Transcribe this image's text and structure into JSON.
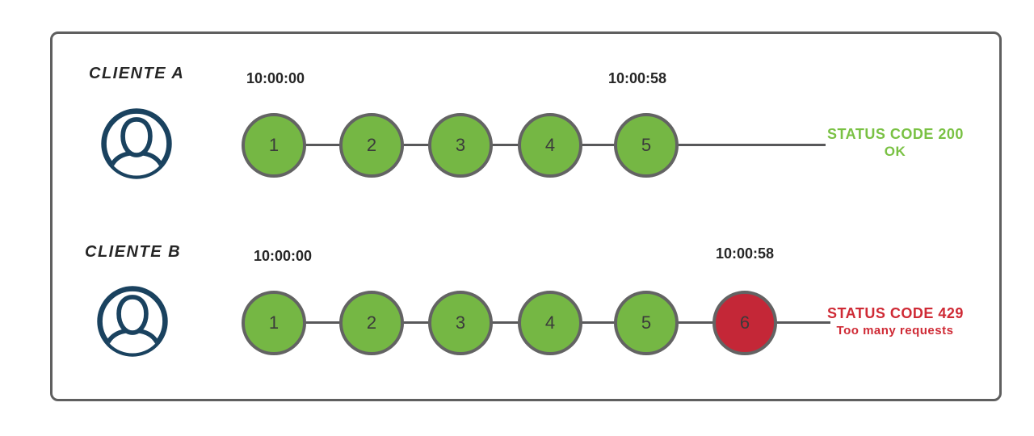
{
  "diagram": {
    "clients": [
      {
        "name": "CLIENTE A",
        "icon": "user-icon",
        "start_time": "10:00:00",
        "end_time": "10:00:58",
        "requests": [
          {
            "label": "1",
            "status": "ok"
          },
          {
            "label": "2",
            "status": "ok"
          },
          {
            "label": "3",
            "status": "ok"
          },
          {
            "label": "4",
            "status": "ok"
          },
          {
            "label": "5",
            "status": "ok"
          }
        ],
        "result": {
          "line1": "STATUS CODE 200",
          "line2": "OK"
        }
      },
      {
        "name": "CLIENTE B",
        "icon": "user-icon",
        "start_time": "10:00:00",
        "end_time": "10:00:58",
        "requests": [
          {
            "label": "1",
            "status": "ok"
          },
          {
            "label": "2",
            "status": "ok"
          },
          {
            "label": "3",
            "status": "ok"
          },
          {
            "label": "4",
            "status": "ok"
          },
          {
            "label": "5",
            "status": "ok"
          },
          {
            "label": "6",
            "status": "blocked"
          }
        ],
        "result": {
          "line1": "STATUS CODE 429",
          "line2": "Too many requests"
        }
      }
    ],
    "colors": {
      "ok": "#75b744",
      "blocked": "#c42737",
      "ok_text": "#79c143",
      "blocked_text": "#cf2a35",
      "line": "#58585a",
      "circle_border": "#636363",
      "box_border": "#5f5f5f",
      "user_icon": "#1a425f",
      "text": "#262626"
    }
  }
}
